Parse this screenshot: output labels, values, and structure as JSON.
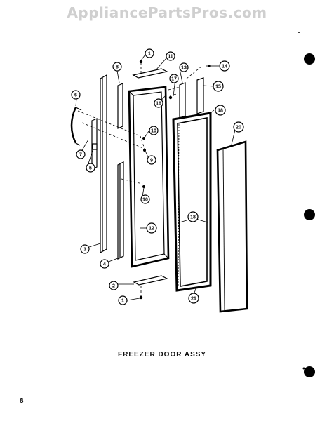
{
  "watermark": "AppliancePartsPros.com",
  "caption": "FREEZER DOOR ASSY",
  "page_number": "8",
  "callouts": {
    "c1a": "1",
    "c11": "11",
    "c13": "13",
    "c14": "14",
    "c15": "15",
    "c8a": "8",
    "c17": "17",
    "c16": "16",
    "c6": "6",
    "c10a": "10",
    "c18a": "18",
    "c20": "20",
    "c9": "9",
    "c7": "7",
    "c5": "5",
    "c10b": "10",
    "c12": "12",
    "c18b": "18",
    "c3": "3",
    "c4": "4",
    "c2": "2",
    "c21": "21",
    "c1b": "1"
  }
}
